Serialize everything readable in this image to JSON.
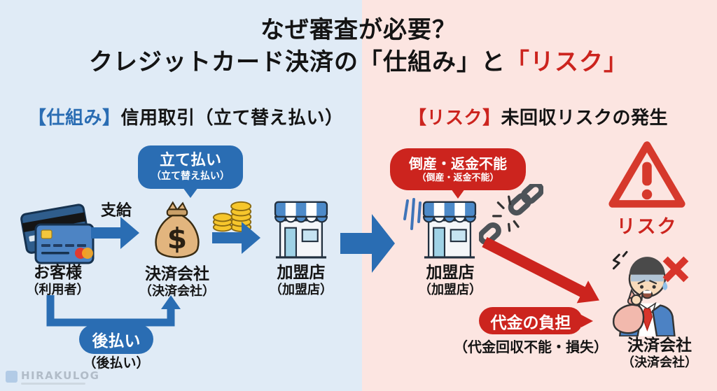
{
  "colors": {
    "accent_blue": "#2a6db3",
    "accent_red": "#cc241e",
    "left_background": "#e0ebf6",
    "right_background": "#fce5e1"
  },
  "title": {
    "line1": "なぜ審査が必要？",
    "line2_black": "クレジットカード決済の「仕組み」と",
    "line2_red": "「リスク」"
  },
  "mechanism": {
    "heading_tag": "【仕組み】",
    "heading_text": "信用取引（立て替え払い）",
    "advance_badge": {
      "title": "立て払い",
      "subtitle": "（立て替え払い）"
    },
    "customer": {
      "name": "お客様",
      "alias": "（利用者）"
    },
    "supply_label": "支給",
    "processor": {
      "name": "決済会社",
      "alias": "（決済会社）"
    },
    "merchant": {
      "name": "加盟店",
      "alias": "（加盟店）"
    },
    "deferred_badge": {
      "title": "後払い",
      "subtitle": "（後払い）"
    }
  },
  "risk": {
    "heading_tag": "【リスク】",
    "heading_text": "未回収リスクの発生",
    "bankruptcy_badge": {
      "title": "倒産・返金不能",
      "subtitle": "（倒産・返金不能）"
    },
    "merchant": {
      "name": "加盟店",
      "alias": "（加盟店）"
    },
    "warning_caption": "リスク",
    "burden_badge": "代金の負担",
    "burden_note": "（代金回収不能・損失）",
    "processor": {
      "name": "決済会社",
      "alias": "（決済会社）"
    }
  },
  "money_bag_symbol": "$",
  "watermark": "HIRAKULOG"
}
